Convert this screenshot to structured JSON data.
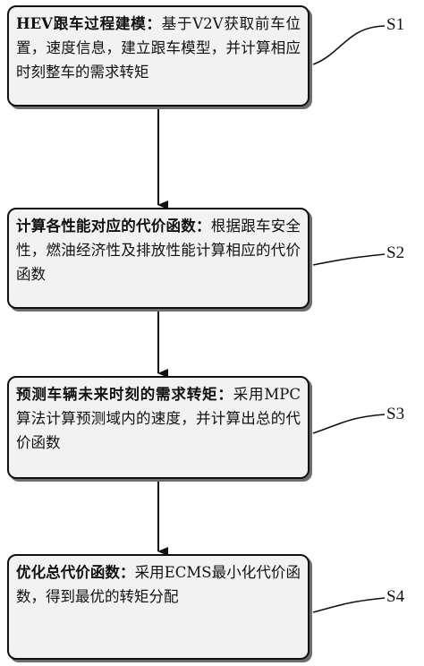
{
  "steps": [
    {
      "id": "S1",
      "title": "HEV跟车过程建模：",
      "body": "基于V2V获取前车位置，速度信息，建立跟车模型，并计算相应时刻整车的需求转矩"
    },
    {
      "id": "S2",
      "title": "计算各性能对应的代价函数：",
      "body": "根据跟车安全性，燃油经济性及排放性能计算相应的代价函数"
    },
    {
      "id": "S3",
      "title": "预测车辆未来时刻的需求转矩：",
      "body": "采用MPC算法计算预测域内的速度，并计算出总的代价函数"
    },
    {
      "id": "S4",
      "title": "优化总代价函数：",
      "body": "采用ECMS最小化代价函数，得到最优的转矩分配"
    }
  ],
  "colors": {
    "box_fill": "#f2f2f2",
    "border": "#111111",
    "shadow": "#6e6e6e",
    "arrow": "#111111"
  }
}
